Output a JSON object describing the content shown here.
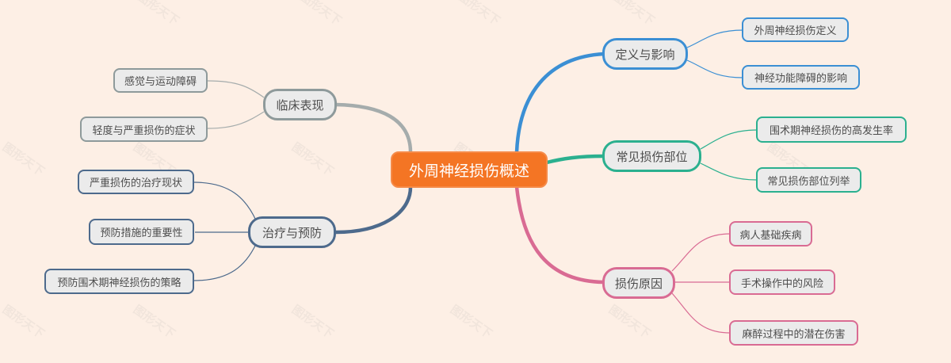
{
  "root": {
    "label": "外周神经损伤概述",
    "color": "#f47524"
  },
  "branches": [
    {
      "label": "定义与影响",
      "color": "#3b8fd4",
      "children": [
        {
          "label": "外周神经损伤定义"
        },
        {
          "label": "神经功能障碍的影响"
        }
      ]
    },
    {
      "label": "常见损伤部位",
      "color": "#2bb08f",
      "children": [
        {
          "label": "围术期神经损伤的高发生率"
        },
        {
          "label": "常见损伤部位列举"
        }
      ]
    },
    {
      "label": "损伤原因",
      "color": "#d96b93",
      "children": [
        {
          "label": "病人基础疾病"
        },
        {
          "label": "手术操作中的风险"
        },
        {
          "label": "麻醉过程中的潜在伤害"
        }
      ]
    },
    {
      "label": "临床表现",
      "color": "#8e9a9b",
      "children": [
        {
          "label": "感觉与运动障碍"
        },
        {
          "label": "轻度与严重损伤的症状"
        }
      ]
    },
    {
      "label": "治疗与预防",
      "color": "#4d6a8c",
      "children": [
        {
          "label": "严重损伤的治疗现状"
        },
        {
          "label": "预防措施的重要性"
        },
        {
          "label": "预防围术期神经损伤的策略"
        }
      ]
    }
  ],
  "watermark": "图形天下"
}
